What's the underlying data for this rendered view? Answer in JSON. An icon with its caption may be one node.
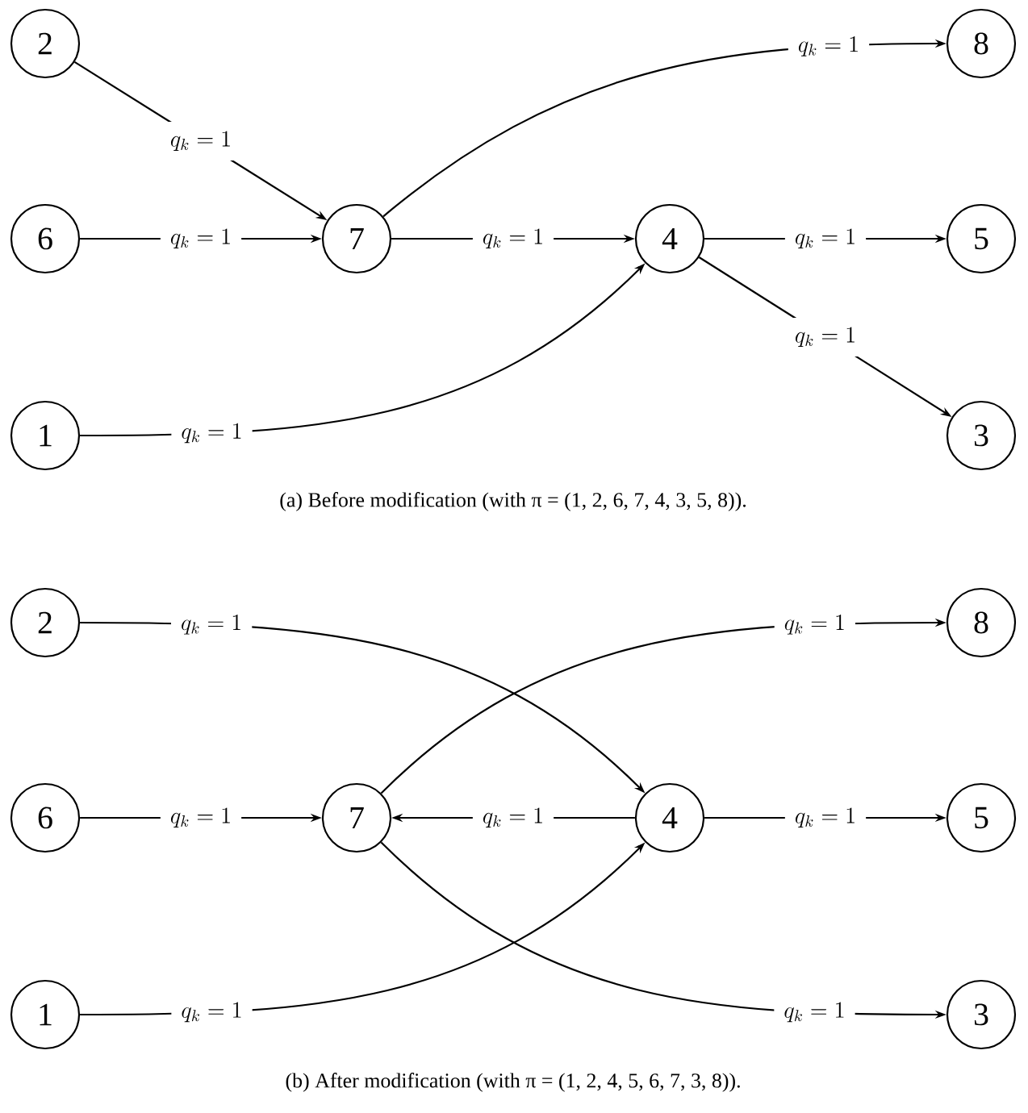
{
  "diagram": {
    "nodes": [
      {
        "text": [
          "2"
        ]
      },
      {
        "text": [
          "8"
        ]
      },
      {
        "text": [
          "6"
        ]
      },
      {
        "text": [
          "7"
        ]
      },
      {
        "text": [
          "4"
        ]
      },
      {
        "text": [
          "5"
        ]
      },
      {
        "text": [
          "1"
        ]
      },
      {
        "text": [
          "3"
        ]
      },
      {
        "text": [
          "2"
        ]
      },
      {
        "text": [
          "8"
        ]
      },
      {
        "text": [
          "6"
        ]
      },
      {
        "text": [
          "7"
        ]
      },
      {
        "text": [
          "4"
        ]
      },
      {
        "text": [
          "5"
        ]
      },
      {
        "text": [
          "1"
        ]
      },
      {
        "text": [
          "3"
        ]
      }
    ],
    "edges": [
      {
        "from": 0,
        "to": 3,
        "arrow": "to",
        "label": "q_k = 1"
      },
      {
        "from": 2,
        "to": 3,
        "arrow": "to",
        "label": "q_k = 1"
      },
      {
        "from": 3,
        "to": 1,
        "arrow": "to",
        "label": "q_k = 1"
      },
      {
        "from": 3,
        "to": 4,
        "arrow": "to",
        "label": "q_k = 1"
      },
      {
        "from": 6,
        "to": 4,
        "arrow": "to",
        "label": "q_k = 1"
      },
      {
        "from": 4,
        "to": 5,
        "arrow": "to",
        "label": "q_k = 1"
      },
      {
        "from": 4,
        "to": 7,
        "arrow": "to",
        "label": "q_k = 1"
      },
      {
        "from": 8,
        "to": 12,
        "arrow": "to",
        "label": "q_k = 1"
      },
      {
        "from": 10,
        "to": 11,
        "arrow": "to",
        "label": "q_k = 1"
      },
      {
        "from": 12,
        "to": 11,
        "arrow": "to",
        "label": "q_k = 1"
      },
      {
        "from": 11,
        "to": 9,
        "arrow": "to",
        "label": "q_k = 1"
      },
      {
        "from": 11,
        "to": 15,
        "arrow": "to",
        "label": "q_k = 1"
      },
      {
        "from": 14,
        "to": 12,
        "arrow": "to",
        "label": "q_k = 1"
      },
      {
        "from": 12,
        "to": 13,
        "arrow": "to",
        "label": "q_k = 1"
      }
    ],
    "labels": [
      "(a) Before modification (with π = (1, 2, 6, 7, 4, 3, 5, 8)).",
      "(b) After modification (with π = (1, 2, 4, 5, 6, 7, 3, 8))."
    ]
  }
}
